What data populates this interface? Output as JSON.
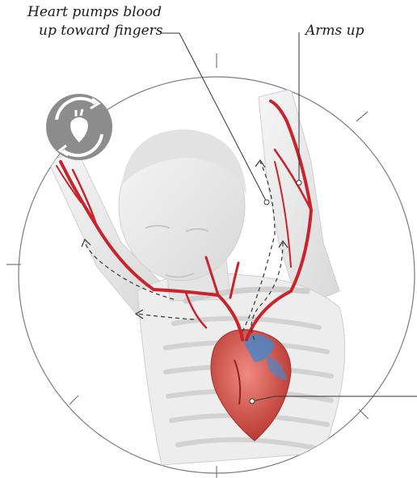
{
  "callouts": {
    "heart_pumps_line1": "Heart pumps blood",
    "heart_pumps_line2": "up toward fingers",
    "arms_up": "Arms up"
  },
  "icons": {
    "badge": "heart-cycle-icon"
  },
  "colors": {
    "artery": "#c8242c",
    "vein": "#4a86c8",
    "heart": "#d9584f",
    "body": "#e9e9e9",
    "badge": "#8c8c8c",
    "frame": "#7a7a7a"
  }
}
